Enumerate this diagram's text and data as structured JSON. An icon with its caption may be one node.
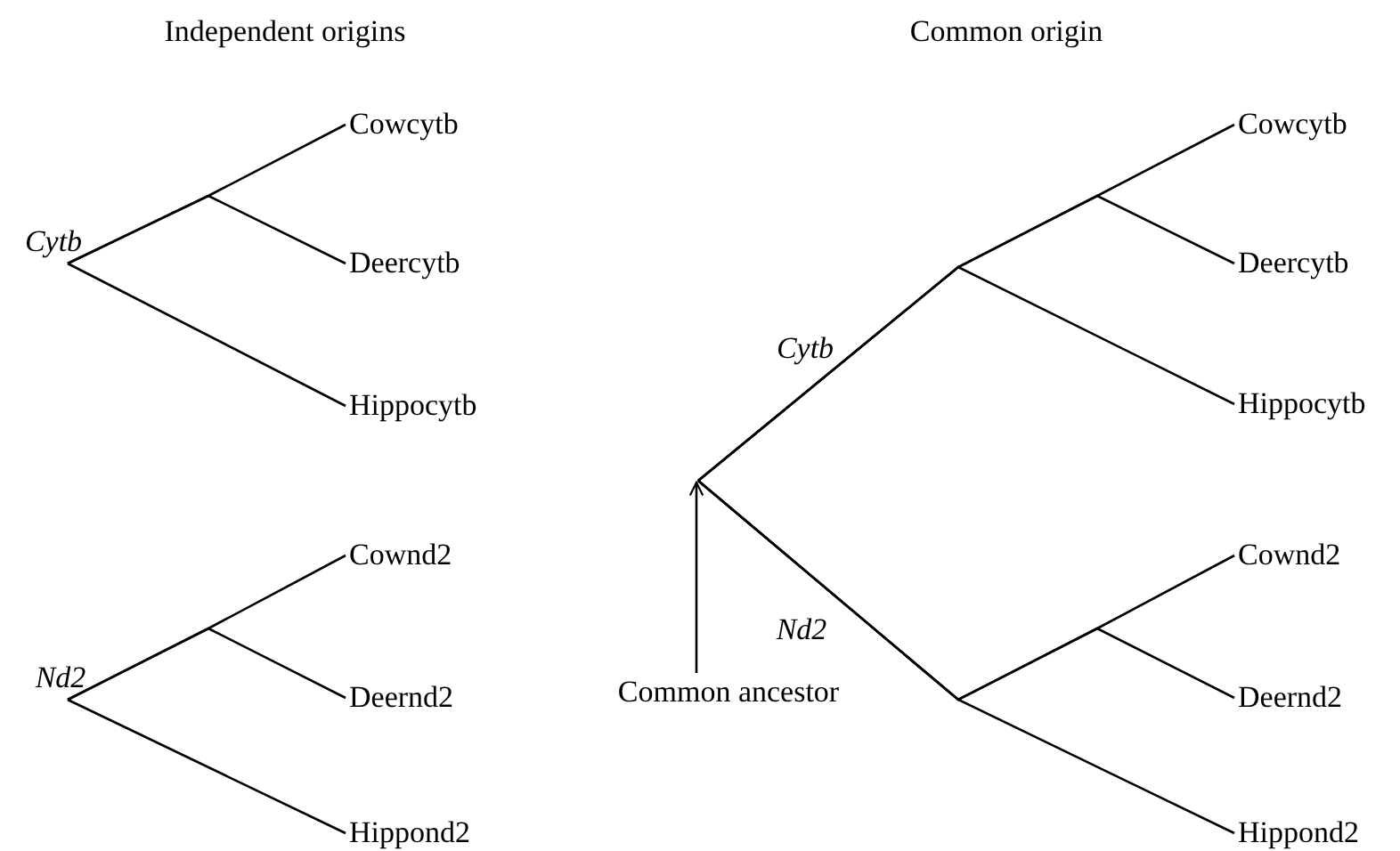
{
  "diagram": {
    "nodes": [
      {
        "text": [
          "Cytb"
        ]
      },
      {
        "text": [
          "Cowcytb"
        ]
      },
      {
        "text": [
          "Deercytb"
        ]
      },
      {
        "text": [
          "Hippocytb"
        ]
      },
      {
        "text": [
          "Nd2"
        ]
      },
      {
        "text": [
          "Cownd2"
        ]
      },
      {
        "text": [
          "Deernd2"
        ]
      },
      {
        "text": [
          "Hippond2"
        ]
      },
      {
        "text": [
          "Cowcytb"
        ]
      },
      {
        "text": [
          "Deercytb"
        ]
      },
      {
        "text": [
          "Hippocytb"
        ]
      },
      {
        "text": [
          "Cownd2"
        ]
      },
      {
        "text": [
          "Deernd2"
        ]
      },
      {
        "text": [
          "Hippond2"
        ]
      },
      {
        "text": [
          "Common ancestor"
        ]
      }
    ],
    "edges": [
      {
        "from": 0,
        "to": 1,
        "arrow": "none"
      },
      {
        "from": 0,
        "to": 2,
        "arrow": "none"
      },
      {
        "from": 0,
        "to": 3,
        "arrow": "none"
      },
      {
        "from": 4,
        "to": 5,
        "arrow": "none"
      },
      {
        "from": 4,
        "to": 6,
        "arrow": "none"
      },
      {
        "from": 4,
        "to": 7,
        "arrow": "none"
      },
      {
        "from": null,
        "to": 8,
        "arrow": "none"
      },
      {
        "from": null,
        "to": 9,
        "arrow": "none"
      },
      {
        "from": null,
        "to": 10,
        "arrow": "none"
      },
      {
        "from": null,
        "to": 11,
        "arrow": "none"
      },
      {
        "from": null,
        "to": 12,
        "arrow": "none"
      },
      {
        "from": null,
        "to": 13,
        "arrow": "none"
      },
      {
        "from": 14,
        "to": null,
        "arrow": "to"
      }
    ],
    "labels": [
      "Independent origins",
      "Common origin",
      "Cytb",
      "Nd2"
    ]
  }
}
